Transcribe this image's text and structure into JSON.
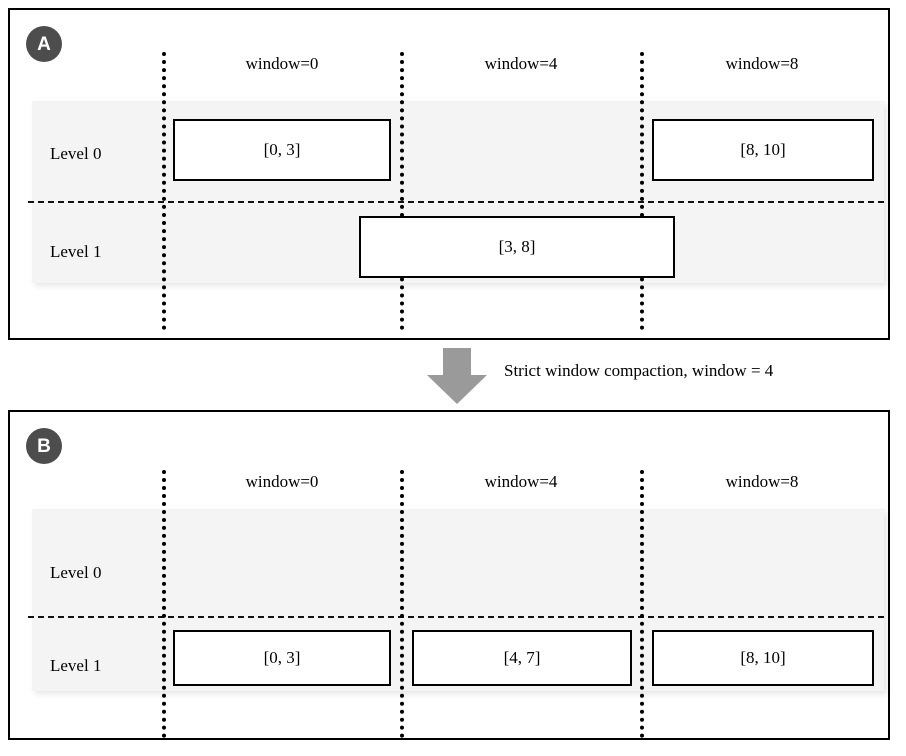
{
  "figure": {
    "panels": [
      {
        "id": "A",
        "badge": "A",
        "window_labels": [
          "window=0",
          "window=4",
          "window=8"
        ],
        "row_labels": [
          "Level 0",
          "Level 1"
        ],
        "boxes": [
          {
            "label": "[0, 3]",
            "level": 0,
            "window": 0
          },
          {
            "label": "[8, 10]",
            "level": 0,
            "window": 8
          },
          {
            "label": "[3, 8]",
            "level": 1,
            "window": 4
          }
        ]
      },
      {
        "id": "B",
        "badge": "B",
        "window_labels": [
          "window=0",
          "window=4",
          "window=8"
        ],
        "row_labels": [
          "Level 0",
          "Level 1"
        ],
        "boxes": [
          {
            "label": "[0, 3]",
            "level": 1,
            "window": 0
          },
          {
            "label": "[4, 7]",
            "level": 1,
            "window": 4
          },
          {
            "label": "[8, 10]",
            "level": 1,
            "window": 8
          }
        ]
      }
    ],
    "transition": {
      "arrow": "down-arrow",
      "caption": "Strict window compaction, window = 4"
    },
    "colors": {
      "badge_fill": "#4d4d4d",
      "badge_text": "#ffffff",
      "band_fill": "#f4f4f4",
      "arrow_fill": "#9a9a9a",
      "stroke": "#000000",
      "background": "#ffffff"
    }
  }
}
